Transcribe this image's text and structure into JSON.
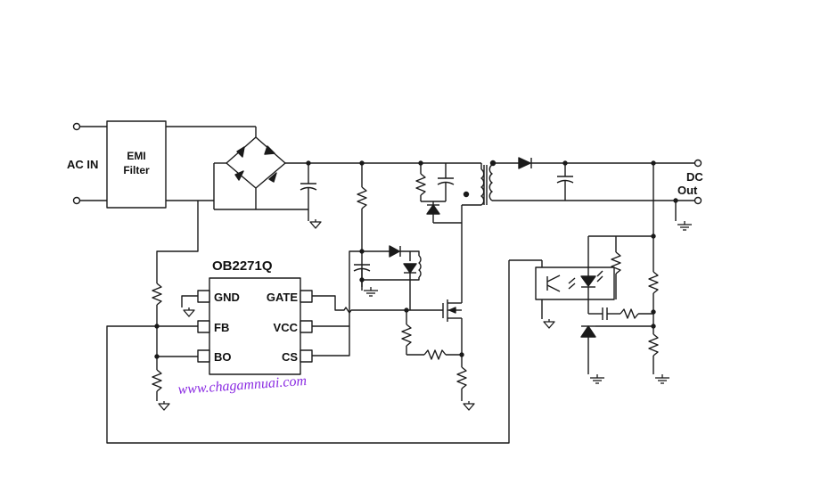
{
  "labels": {
    "ac_in": "AC IN",
    "emi_line1": "EMI",
    "emi_line2": "Filter",
    "dc_line1": "DC",
    "dc_line2": "Out",
    "chip": "OB2271Q",
    "pin_gnd": "GND",
    "pin_fb": "FB",
    "pin_bo": "BO",
    "pin_gate": "GATE",
    "pin_vcc": "VCC",
    "pin_cs": "CS"
  },
  "watermark": "www.chagamnuai.com",
  "colors": {
    "wire": "#1a1a1a",
    "watermark": "#8a2be2",
    "background": "#ffffff"
  }
}
